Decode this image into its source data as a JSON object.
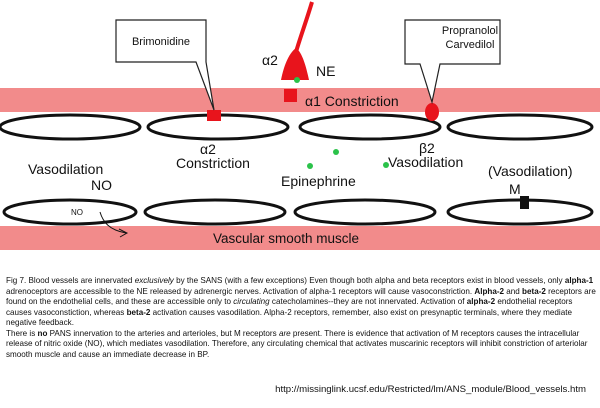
{
  "labels": {
    "box_left": "Brimonidine",
    "box_right_line1": "Propranolol",
    "box_right_line2": "Carvedilol",
    "alpha2_top": "α2",
    "ne": "NE",
    "alpha1_constriction": "α1 Constriction",
    "alpha2_mid": "α2",
    "constriction": "Constriction",
    "beta2": "β2",
    "vasodilation_mid": "Vasodilation",
    "epinephrine": "Epinephrine",
    "vasodilation_left": "Vasodilation",
    "no_left": "NO",
    "vasodilation_paren": "(Vasodilation)",
    "m_receptor": "M",
    "no_small": "NO",
    "vascular_smooth_muscle": "Vascular smooth muscle"
  },
  "caption": {
    "fig_label": "Fig 7.",
    "p1_a": " Blood vessels are innervated ",
    "p1_exclusively": "exclusively",
    "p1_b": " by the SANS (with a few exceptions) Even though both alpha and beta receptors exist in blood vessels, only ",
    "p1_alpha1": "alpha-1",
    "p1_c": " adrenoceptors are accessible to the NE released by adrenergic nerves. Activation of alpha-1 receptors will cause vasoconstriction. ",
    "p1_alpha2": "Alpha-2",
    "p1_and": " and ",
    "p1_beta2": "beta-2",
    "p1_d": " receptors are found on the endothelial cells, and these are accessible only to ",
    "p1_circulating": "circulating",
    "p1_e": " catecholamines--they are not innervated. Activation of ",
    "p1_alpha2b": "alpha-2",
    "p1_f": " endothelial receptors causes vasoconstiction, whereas ",
    "p1_beta2b": "beta-2",
    "p1_g": " activation causes vasodilation. Alpha-2 receptors, remember, also exist on presynaptic terminals, where they mediate negative feedback.",
    "p2_a": "There is ",
    "p2_no": "no",
    "p2_b": " PANS innervation to the arteries and arterioles, but M receptors ",
    "p2_are": "are",
    "p2_c": " present. There is evidence that activation of M receptors causes the intracellular release of nitric oxide (NO), which mediates vasodilation. Therefore, any circulating chemical that activates muscarinic receptors will inhibit constriction of arteriolar smooth muscle and cause an immediate decrease in BP."
  },
  "url": "http://missinglink.ucsf.edu/Restricted/lm/ANS_module/Blood_vessels.htm",
  "colors": {
    "muscle_band": "#f28b8b",
    "receptor_red": "#e8141c",
    "nerve_red": "#e8141c",
    "epinephrine_green": "#2bc24a",
    "m_receptor": "#111111"
  }
}
